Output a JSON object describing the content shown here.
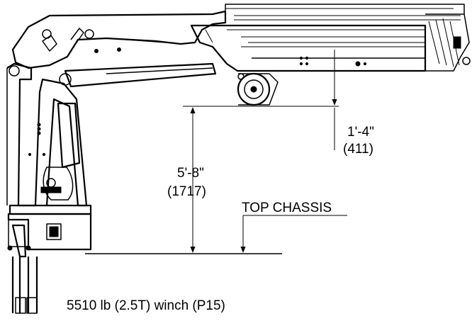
{
  "drawing": {
    "dimensions": [
      {
        "id": "height-main",
        "imperial": "5'-8\"",
        "metric": "(1717)"
      },
      {
        "id": "offset-small",
        "imperial": "1'-4\"",
        "metric": "(411)"
      }
    ],
    "reference_label": "TOP CHASSIS",
    "caption": "5510 lb (2.5T) winch (P15)"
  }
}
